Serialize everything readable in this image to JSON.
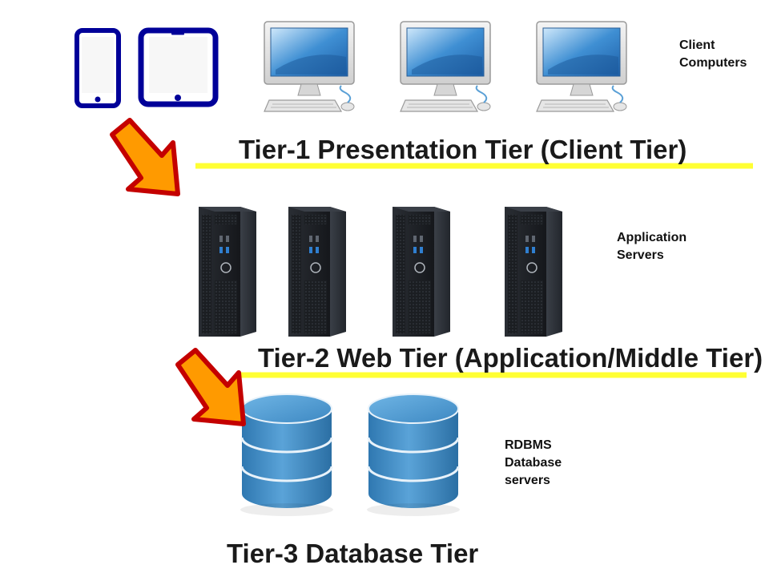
{
  "tiers": [
    {
      "id": "tier-1",
      "title": "Tier-1  Presentation Tier (Client Tier)",
      "side_label": [
        "Client",
        "Computers"
      ]
    },
    {
      "id": "tier-2",
      "title": "Tier-2  Web Tier (Application/Middle Tier)",
      "side_label": [
        "Application",
        "Servers"
      ]
    },
    {
      "id": "tier-3",
      "title": "Tier-3  Database Tier",
      "side_label": [
        "RDBMS",
        "Database",
        "servers"
      ]
    }
  ],
  "icons": {
    "clients": [
      "phone-icon",
      "tablet-icon",
      "desktop-computer-icon",
      "desktop-computer-icon",
      "desktop-computer-icon"
    ],
    "servers": [
      "server-tower-icon",
      "server-tower-icon",
      "server-tower-icon",
      "server-tower-icon"
    ],
    "databases": [
      "database-cylinder-icon",
      "database-cylinder-icon"
    ],
    "arrows": [
      "arrow-down-right-icon",
      "arrow-down-right-icon"
    ]
  },
  "colors": {
    "separator": "#ffff33",
    "arrow_fill": "#ff9a00",
    "arrow_stroke": "#c40000",
    "device_frame": "#000099",
    "database": "#3a86bd",
    "server": "#1a1d22"
  }
}
